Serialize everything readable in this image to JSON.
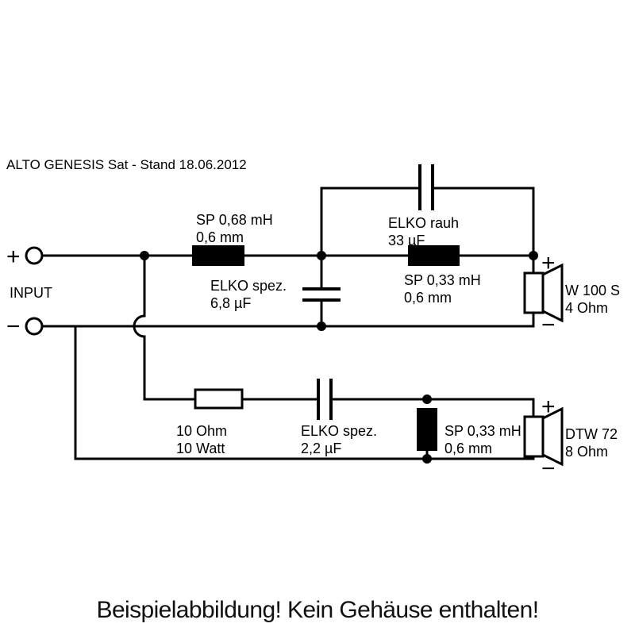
{
  "diagram": {
    "title": "ALTO GENESIS Sat - Stand 18.06.2012",
    "input_label": "INPUT",
    "input_plus": "+",
    "input_minus": "−",
    "components": {
      "woofer_coil": {
        "line1": "SP 0,68 mH",
        "line2": "0,6 mm"
      },
      "woofer_shunt_cap": {
        "line1": "ELKO spez.",
        "line2": "6,8 µF"
      },
      "bypass_cap": {
        "line1": "ELKO rauh",
        "line2": "33 µF"
      },
      "woofer_series_coil": {
        "line1": "SP 0,33 mH",
        "line2": "0,6 mm"
      },
      "tweeter_resistor": {
        "line1": "10 Ohm",
        "line2": "10 Watt"
      },
      "tweeter_cap": {
        "line1": "ELKO spez.",
        "line2": "2,2 µF"
      },
      "tweeter_shunt_coil": {
        "line1": "SP 0,33 mH",
        "line2": "0,6 mm"
      }
    },
    "drivers": {
      "woofer": {
        "line1": "W 100 S",
        "line2": "4 Ohm",
        "plus": "+",
        "minus": "−"
      },
      "tweeter": {
        "line1": "DTW 72",
        "line2": "8 Ohm",
        "plus": "+",
        "minus": "−"
      }
    },
    "colors": {
      "ink": "#000000",
      "background": "#ffffff"
    }
  },
  "caption": {
    "text": "Beispielabbildung! Kein Gehäuse enthalten!"
  }
}
